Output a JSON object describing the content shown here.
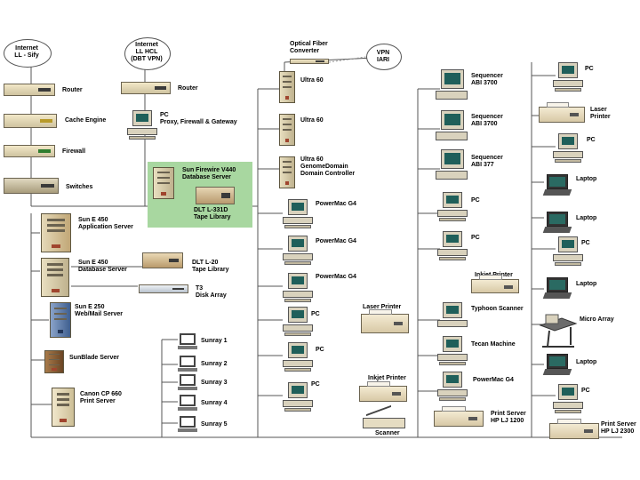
{
  "clouds": {
    "internet_sify": "Internet\nLL - Sify",
    "internet_hcl": "Internet\nLL HCL\n(DBT VPN)",
    "vpn": "VPN\nIARI"
  },
  "labels": {
    "router1": "Router",
    "router2": "Router",
    "cache_engine": "Cache Engine",
    "firewall": "Firewall",
    "switches": "Switches",
    "pc_proxy": "PC\nProxy, Firewall & Gateway",
    "optical": "Optical Fiber\nConverter",
    "sun_firewire": "Sun Firewire V440\nDatabase Server",
    "dlt_l331d": "DLT L-331D\nTape Library",
    "sun_e450_app": "Sun E 450\nApplication Server",
    "sun_e450_db": "Sun E 450\nDatabase Server",
    "dlt_l20": "DLT L-20\nTape Library",
    "t3": "T3\nDisk Array",
    "sun_e250": "Sun E 250\nWeb/Mail Server",
    "sunblade": "SunBlade Server",
    "canon": "Canon CP 660\nPrint Server",
    "sunray1": "Sunray 1",
    "sunray2": "Sunray 2",
    "sunray3": "Sunray 3",
    "sunray4": "Sunray 4",
    "sunray5": "Sunray 5",
    "ultra60_1": "Ultra 60",
    "ultra60_2": "Ultra 60",
    "ultra60_3": "Ultra 60\nGenomeDomain\nDomain Controller",
    "powermac1": "PowerMac G4",
    "powermac2": "PowerMac G4",
    "powermac3": "PowerMac G4",
    "pc_mid1": "PC",
    "pc_mid2": "PC",
    "pc_mid3": "PC",
    "laser_mid": "Laser Printer",
    "inkjet_mid": "Inkjet Printer",
    "scanner_mid": "Scanner",
    "seq1": "Sequencer\nABI 3700",
    "seq2": "Sequencer\nABI 3700",
    "seq3": "Sequencer\nABI 377",
    "pc_r1": "PC",
    "pc_r2": "PC",
    "inkjet_r": "Inkjet Printer",
    "typhoon": "Typhoon Scanner",
    "tecan": "Tecan Machine",
    "powermac_r": "PowerMac G4",
    "print_server_1200": "Print Server\nHP LJ 1200",
    "pc_far1": "PC",
    "laser_far": "Laser\nPrinter",
    "pc_far2": "PC",
    "laptop1": "Laptop",
    "laptop2": "Laptop",
    "pc_far3": "PC",
    "laptop3": "Laptop",
    "micro_array": "Micro Array",
    "laptop4": "Laptop",
    "pc_far4": "PC",
    "print_server_2300": "Print Server\nHP LJ 2300"
  }
}
